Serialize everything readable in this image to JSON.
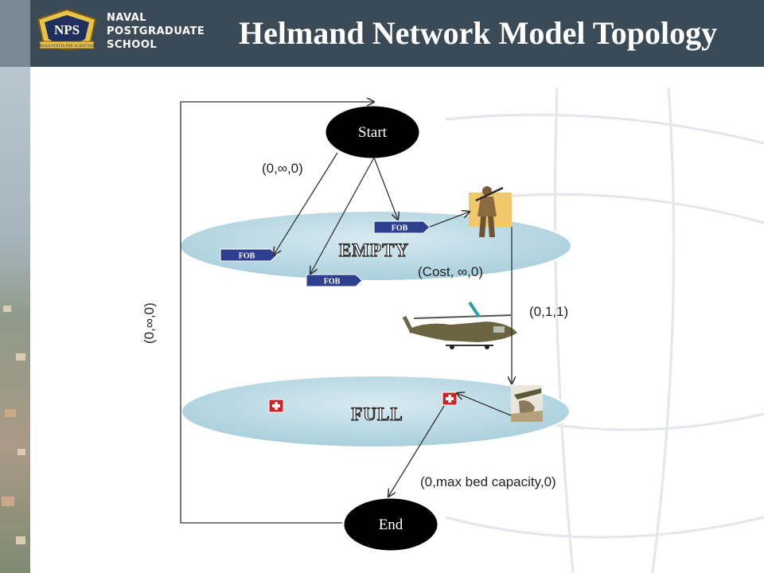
{
  "header": {
    "logo_lines": [
      "NAVAL",
      "POSTGRADUATE",
      "SCHOOL"
    ],
    "seal_text": "NPS",
    "seal_motto": "PRAESTANTIA PER SCIENTIAM",
    "title": "Helmand Network Model Topology"
  },
  "nodes": {
    "start": "Start",
    "end": "End",
    "empty": "EMPTY",
    "full": "FULL",
    "fob_labels": [
      "FOB",
      "FOB",
      "FOB"
    ]
  },
  "edge_labels": {
    "start_arc": "(0,∞,0)",
    "return_arc": "(0,∞,0)",
    "fob_to_casualty": "(Cost, ∞,0)",
    "casualty_transport": "(0,1,1)",
    "hospital_to_end": "(0,max bed capacity,0)"
  },
  "icons": {
    "soldier": "soldier-icon",
    "helicopter": "helicopter-icon",
    "medevac": "medevac-photo-icon",
    "hospital": "red-cross-icon"
  },
  "colors": {
    "header_bg": "#3a4a56",
    "ellipse_fill": "#bcdbe6",
    "fob_fill": "#2f3f8f",
    "node_fill": "#000000",
    "hospital_red": "#d42020"
  }
}
